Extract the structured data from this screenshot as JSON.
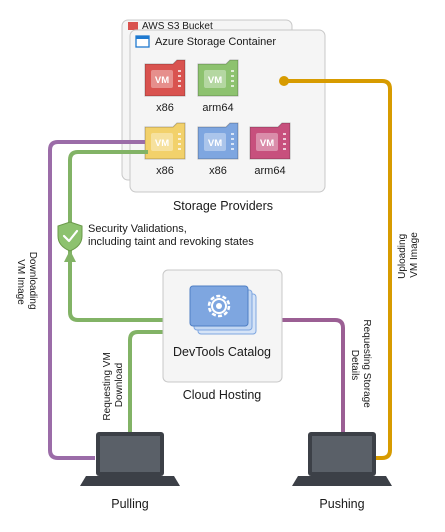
{
  "colors": {
    "download": "#9b6ca8",
    "pull": "#82b366",
    "push": "#9b5f94",
    "upload": "#d79b00",
    "vm_red": "#d9534f",
    "vm_green": "#8dc26f",
    "vm_yellow": "#f2d16b",
    "vm_blue": "#7ea6e0",
    "vm_pink": "#c7507d"
  },
  "storage": {
    "aws_label": "AWS S3 Bucket",
    "azure_label": "Azure Storage Container",
    "title": "Storage Providers",
    "vm_text": "VM",
    "vms": [
      {
        "color": "vm_red",
        "label": "x86"
      },
      {
        "color": "vm_green",
        "label": "arm64"
      },
      {
        "color": "vm_yellow",
        "label": "x86"
      },
      {
        "color": "vm_blue",
        "label": "x86"
      },
      {
        "color": "vm_pink",
        "label": "arm64"
      }
    ]
  },
  "security": {
    "line1": "Security Validations,",
    "line2": "including taint and revoking states"
  },
  "catalog": {
    "label": "DevTools Catalog",
    "group_label": "Cloud Hosting"
  },
  "flows": {
    "downloading": [
      "Downloading",
      "VM Image"
    ],
    "uploading": [
      "Uploading",
      "VM Image"
    ],
    "requesting_download": [
      "Requesting VM",
      "Download"
    ],
    "requesting_storage": [
      "Requesting Storage",
      "Details"
    ]
  },
  "clients": {
    "pulling": "Pulling",
    "pushing": "Pushing"
  }
}
